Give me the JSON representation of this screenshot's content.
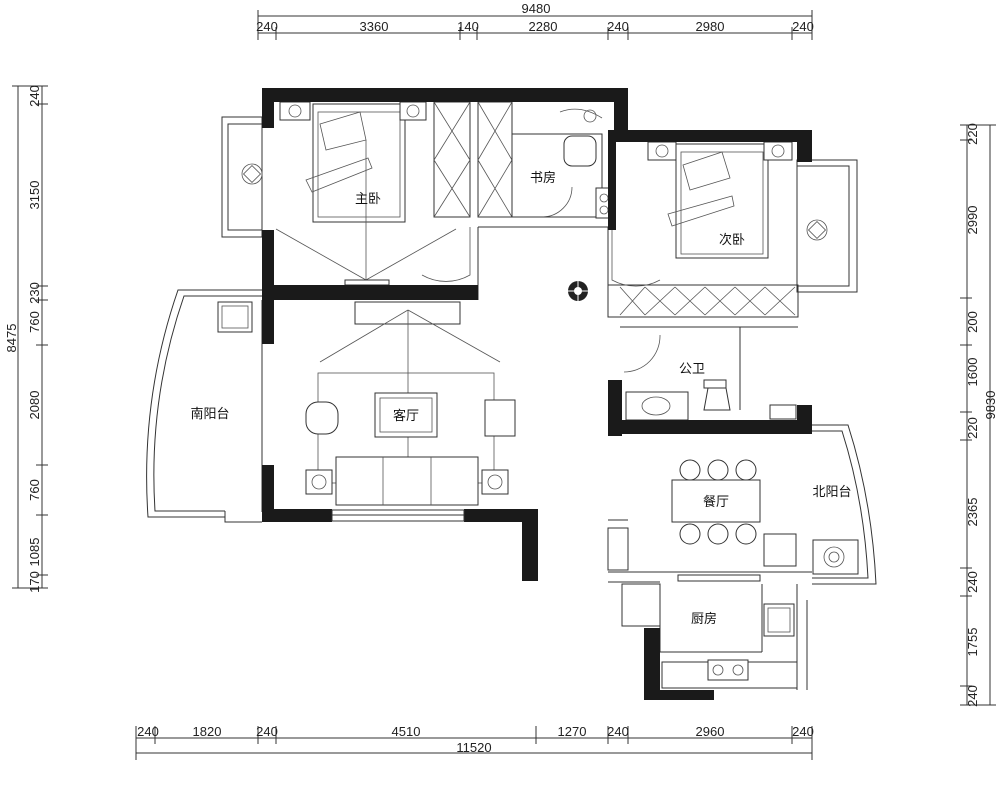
{
  "top_dims": {
    "total": "9480",
    "segments": [
      "240",
      "3360",
      "140",
      "2280",
      "240",
      "2980",
      "240"
    ]
  },
  "bottom_dims": {
    "total": "11520",
    "segments": [
      "240",
      "1820",
      "240",
      "4510",
      "1270",
      "240",
      "2960",
      "240"
    ]
  },
  "left_dims": {
    "total": "8475",
    "segments": [
      "240",
      "3150",
      "230",
      "760",
      "2080",
      "760",
      "1085",
      "170"
    ]
  },
  "right_dims": {
    "total": "9830",
    "segments": [
      "220",
      "2990",
      "200",
      "1600",
      "220",
      "2365",
      "240",
      "1755",
      "240"
    ]
  },
  "rooms": {
    "master_bedroom": "主卧",
    "study": "书房",
    "second_bedroom": "次卧",
    "south_balcony": "南阳台",
    "living_room": "客厅",
    "bathroom": "公卫",
    "dining": "餐厅",
    "north_balcony": "北阳台",
    "kitchen": "厨房"
  }
}
